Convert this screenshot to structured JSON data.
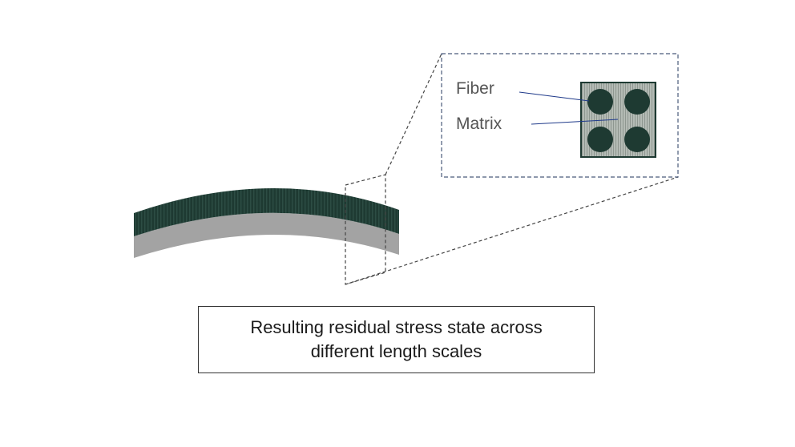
{
  "labels": {
    "fiber": "Fiber",
    "matrix": "Matrix"
  },
  "caption": {
    "line1": "Resulting residual stress state across",
    "line2": "different length scales"
  },
  "colors": {
    "fiber": "#1e3a32",
    "matrix": "#a9b1ab",
    "dark_layer": "#1e3a32",
    "grey_layer": "#a3a3a3",
    "leader_line": "#1f3a8a",
    "dashed_outline": "#444444"
  }
}
